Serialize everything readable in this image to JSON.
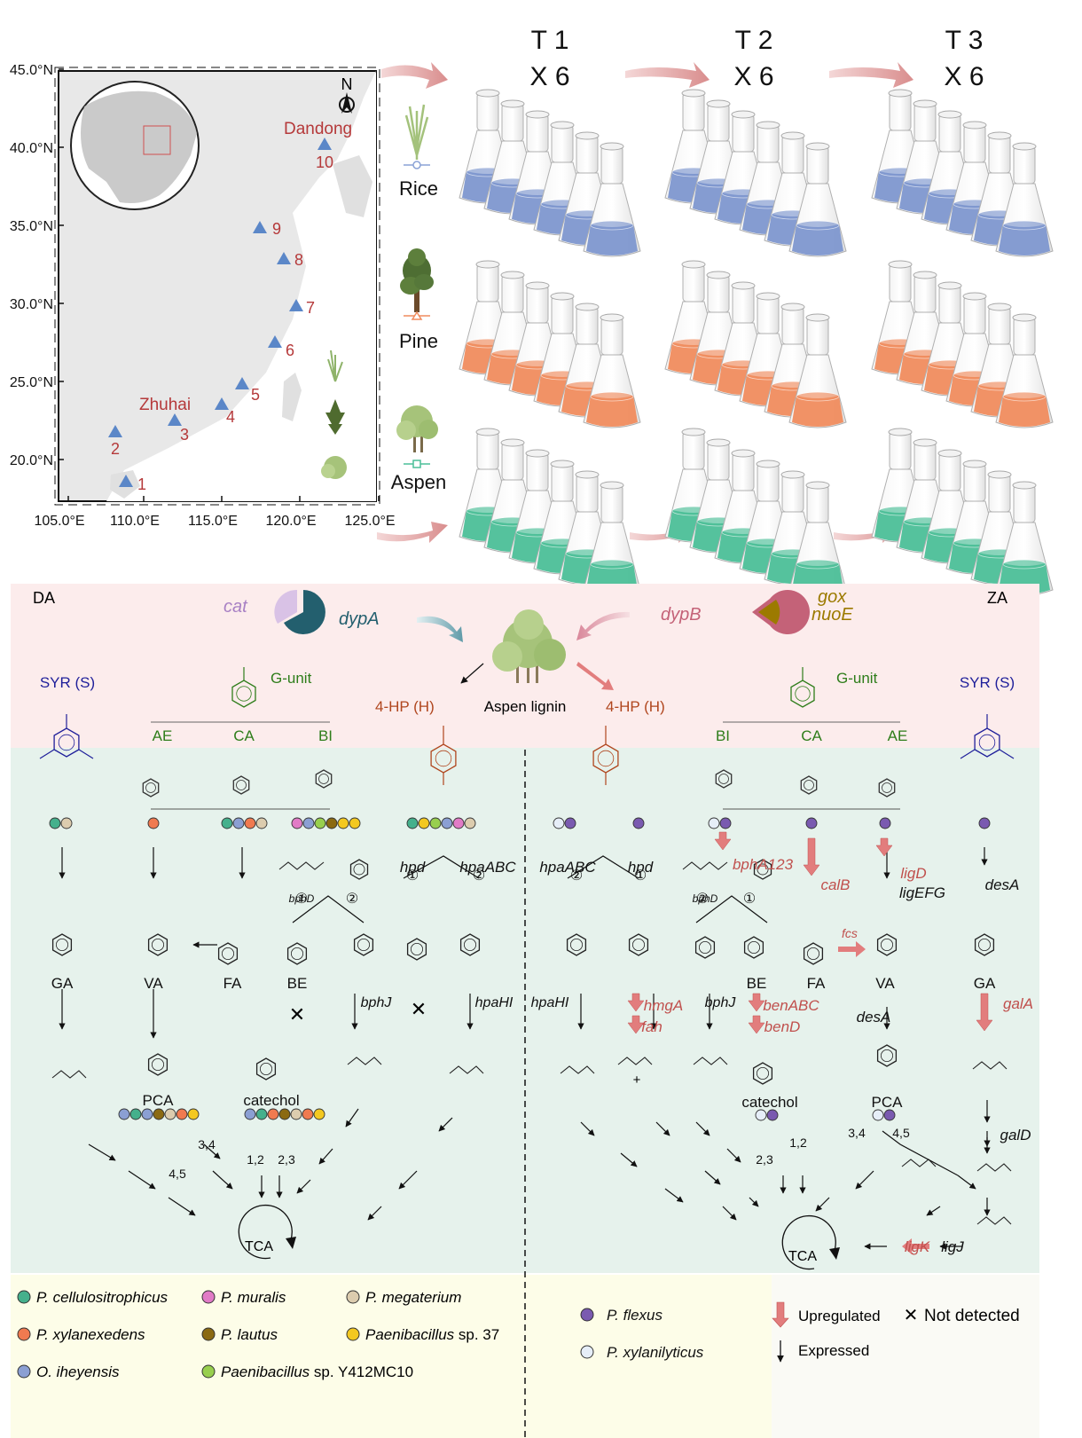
{
  "map": {
    "lat_ticks": [
      "45.0°N",
      "40.0°N",
      "35.0°N",
      "30.0°N",
      "25.0°N",
      "20.0°N"
    ],
    "lon_ticks": [
      "105.0°E",
      "110.0°E",
      "115.0°E",
      "120.0°E",
      "125.0°E"
    ],
    "north_label": "N",
    "city_dandong": "Dandong",
    "city_zhuhai": "Zhuhai",
    "sites": [
      "1",
      "2",
      "3",
      "4",
      "5",
      "6",
      "7",
      "8",
      "9",
      "10"
    ]
  },
  "experiment": {
    "transfers": [
      {
        "label": "T 1",
        "count": "X 6"
      },
      {
        "label": "T 2",
        "count": "X 6"
      },
      {
        "label": "T 3",
        "count": "X 6"
      }
    ],
    "substrates": [
      {
        "label": "Rice",
        "color": "#7e97cf"
      },
      {
        "label": "Pine",
        "color": "#f08c5e"
      },
      {
        "label": "Aspen",
        "color": "#4cbf98"
      }
    ]
  },
  "pathway": {
    "left_tag": "DA",
    "right_tag": "ZA",
    "center_label": "Aspen lignin",
    "left_genes": {
      "cat": "cat",
      "dypA": "dypA"
    },
    "right_genes": {
      "dypB": "dypB",
      "gox": "gox",
      "nuoE": "nuoE"
    },
    "syr": "SYR (S)",
    "gunit": "G-unit",
    "hp": "4-HP (H)",
    "bond_types": [
      "AE",
      "CA",
      "BI"
    ],
    "left": {
      "compounds": [
        "GA",
        "VA",
        "FA",
        "BE",
        "PCA",
        "catechol"
      ],
      "genes": [
        "hpd",
        "hpaABC",
        "bphD",
        "bphJ",
        "hpaHI"
      ],
      "routes": [
        "①",
        "②"
      ],
      "cleavage": [
        "3,4",
        "4,5",
        "1,2",
        "2,3"
      ]
    },
    "right": {
      "compounds": [
        "BE",
        "FA",
        "VA",
        "GA",
        "PCA",
        "catechol"
      ],
      "genes_expressed": [
        "hpaABC",
        "hpd",
        "bphD",
        "bphJ",
        "hpaHI",
        "ligEFG",
        "desA",
        "galD",
        "ligJ",
        "desA"
      ],
      "genes_upregulated": [
        "bphA123",
        "calB",
        "ligD",
        "hmgA",
        "fah",
        "benABC",
        "benD",
        "fcs",
        "galA",
        "ligK"
      ],
      "routes": [
        "②",
        "①"
      ],
      "cleavage": [
        "3,4",
        "4,5",
        "1,2",
        "2,3"
      ]
    },
    "tca": "TCA",
    "plus": "+"
  },
  "legend": {
    "species_left": [
      {
        "name": "P. cellulositrophicus",
        "color": "#45b08c"
      },
      {
        "name": "P. muralis",
        "color": "#e17bc6"
      },
      {
        "name": "P. megaterium",
        "color": "#dcccae"
      },
      {
        "name": "P. xylanexedens",
        "color": "#f07a50"
      },
      {
        "name": "P. lautus",
        "color": "#8b6a12"
      },
      {
        "name": "Paenibacillus sp. 37",
        "color": "#f3c820"
      },
      {
        "name": "O. iheyensis",
        "color": "#8b9fd3"
      },
      {
        "name": "Paenibacillus sp. Y412MC10",
        "color": "#98cf4e"
      }
    ],
    "species_right": [
      {
        "name": "P. flexus",
        "color": "#7a5ab0"
      },
      {
        "name": "P. xylanilyticus",
        "color": "#e6eef8"
      }
    ],
    "upregulated": "Upregulated",
    "not_detected": "Not detected",
    "expressed": "Expressed"
  },
  "colors": {
    "top_band": "#fcecec",
    "path_band": "#e6f2ec",
    "legend_band": "#fdfde8",
    "up_arrow": "#e27d7d",
    "gene_up_text": "#c0504d",
    "syr_blue": "#1f1f9a",
    "gunit_green": "#2e7d1a",
    "hp_brown": "#b0461e",
    "site_blue": "#5b87c8",
    "city_red": "#b5393a",
    "dypA_teal": "#235f6e",
    "cat_lilac": "#d9c2e6",
    "dypB_rose": "#c46278",
    "gox_olive": "#9c7a00"
  }
}
